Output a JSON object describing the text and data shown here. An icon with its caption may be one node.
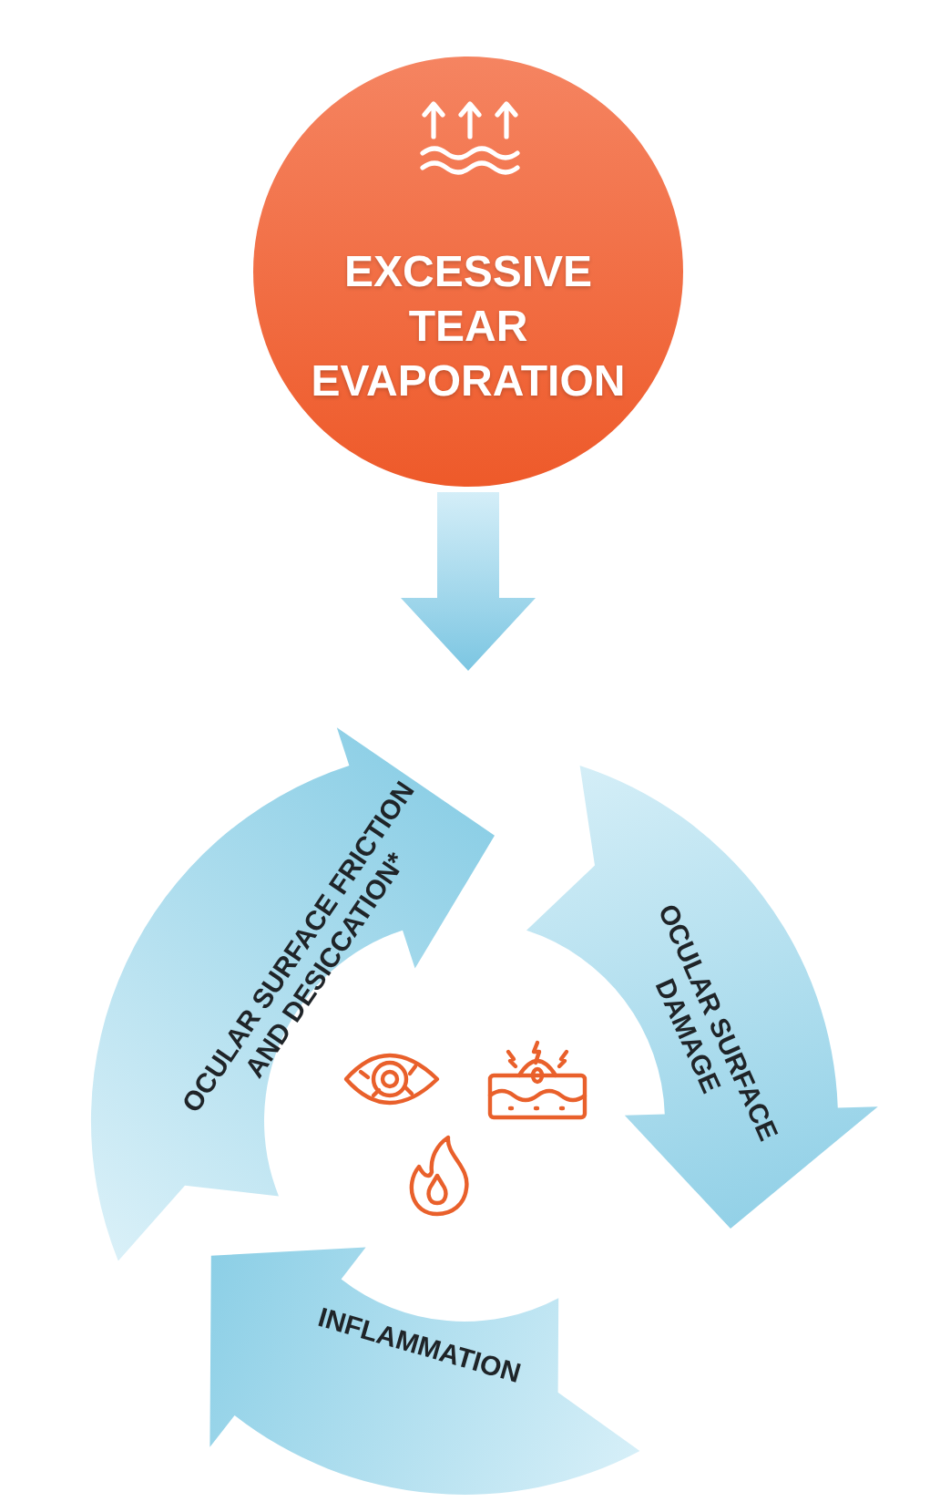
{
  "diagram": {
    "nodes": [
      {
        "text": [
          "EXCESSIVE TEAR EVAPORATION"
        ]
      },
      {
        "text": [
          "OCULAR SURFACE FRICTION AND DESICCATION*"
        ]
      },
      {
        "text": [
          "OCULAR SURFACE DAMAGE"
        ]
      },
      {
        "text": [
          "INFLAMMATION"
        ]
      }
    ],
    "edges": [
      {
        "from": 0,
        "to": 1,
        "arrow": "to"
      }
    ]
  }
}
